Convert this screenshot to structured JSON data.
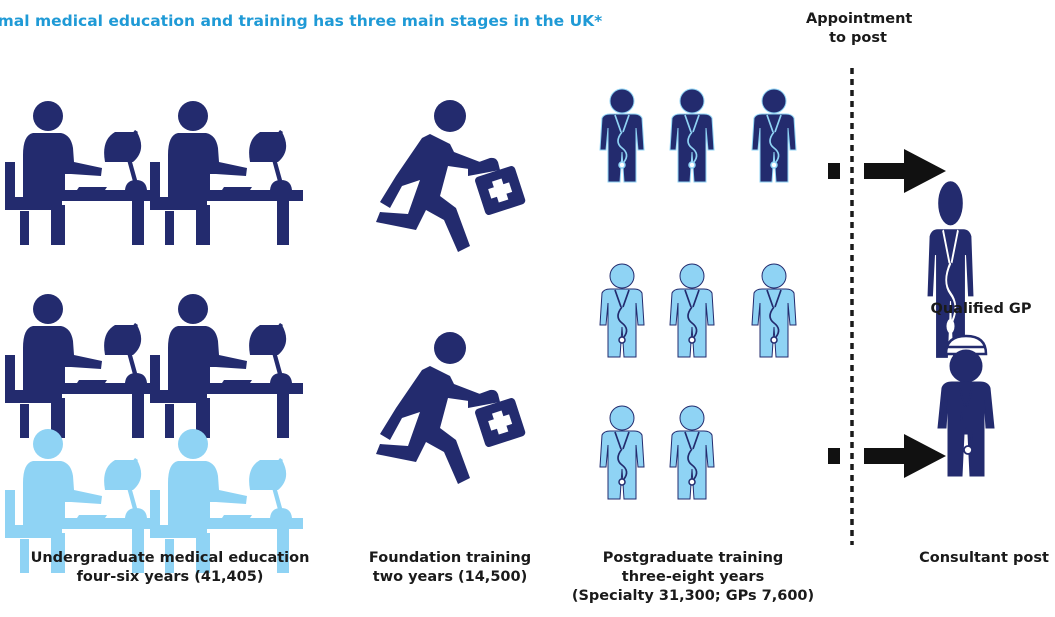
{
  "title": "rmal medical education and training has three main stages in the UK*",
  "appointment_label": [
    "Appointment",
    "to post"
  ],
  "stages": {
    "undergraduate": [
      "Undergraduate medical education",
      "four-six years (41,405)"
    ],
    "foundation": [
      "Foundation training",
      "two years (14,500)"
    ],
    "postgraduate": [
      "Postgraduate training",
      "three-eight years",
      "(Specialty 31,300; GPs 7,600)"
    ],
    "gp": [
      "Qualified GP"
    ],
    "consultant": [
      "Consultant post"
    ]
  },
  "colors": {
    "dark": "#232b6e",
    "light": "#8fd3f4",
    "title": "#1f9ad6",
    "text": "#1a1a1a"
  },
  "icons": [
    "student-at-desk-icon",
    "running-doctor-icon",
    "doctor-icon",
    "surgeon-icon",
    "arrow-right-icon"
  ]
}
